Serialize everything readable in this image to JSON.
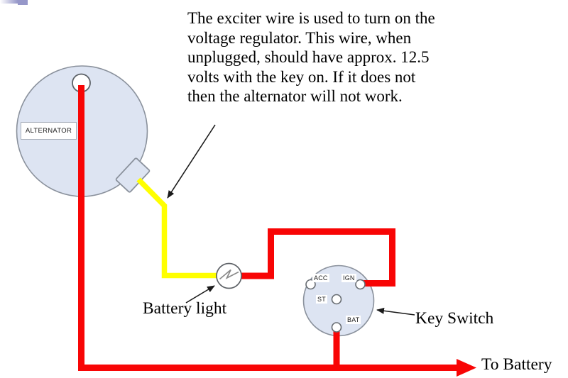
{
  "colors": {
    "wire_red": "#f80505",
    "wire_yellow": "#ffff00",
    "component_fill": "#dde4f2",
    "component_stroke": "#8a919c",
    "chip_purple": "#9697c9",
    "arrow_black": "#1a1a1a"
  },
  "note": {
    "lines": [
      "The exciter wire is used to turn on the",
      "voltage regulator. This wire, when",
      "unplugged, should have approx. 12.5",
      "volts with the key on. If it does not",
      "then the alternator will not work."
    ]
  },
  "labels": {
    "alternator": "ALTERNATOR",
    "battery_light": "Battery light",
    "key_switch": "Key Switch",
    "to_battery": "To Battery"
  },
  "key_switch": {
    "terminals": {
      "acc": "ACC",
      "ign": "IGN",
      "st": "ST",
      "bat": "BAT"
    }
  }
}
